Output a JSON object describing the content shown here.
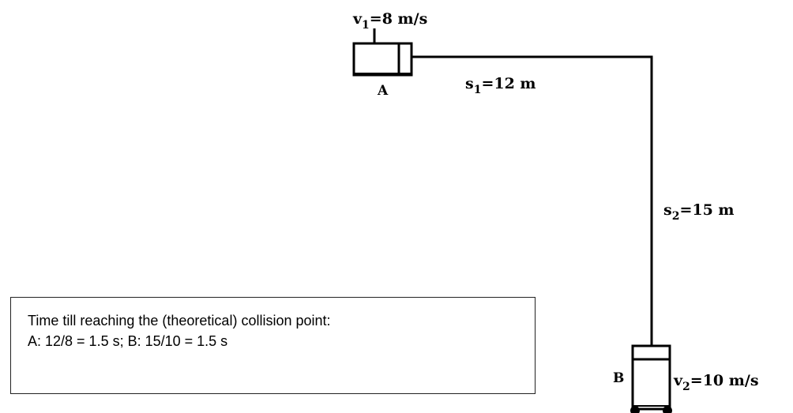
{
  "diagram": {
    "block_a": {
      "letter": "A",
      "velocity_symbol": "v",
      "velocity_sub": "1",
      "velocity_value": "=8 m/s"
    },
    "block_b": {
      "letter": "B",
      "velocity_symbol": "v",
      "velocity_sub": "2",
      "velocity_value": "=10 m/s"
    },
    "distance_1": {
      "symbol": "s",
      "sub": "1",
      "value": "=12 m"
    },
    "distance_2": {
      "symbol": "s",
      "sub": "2",
      "value": "=15 m"
    }
  },
  "note": {
    "line1": "Time till reaching the (theoretical) collision point:",
    "line2": "A: 12/8 = 1.5 s; B: 15/10 = 1.5 s"
  }
}
